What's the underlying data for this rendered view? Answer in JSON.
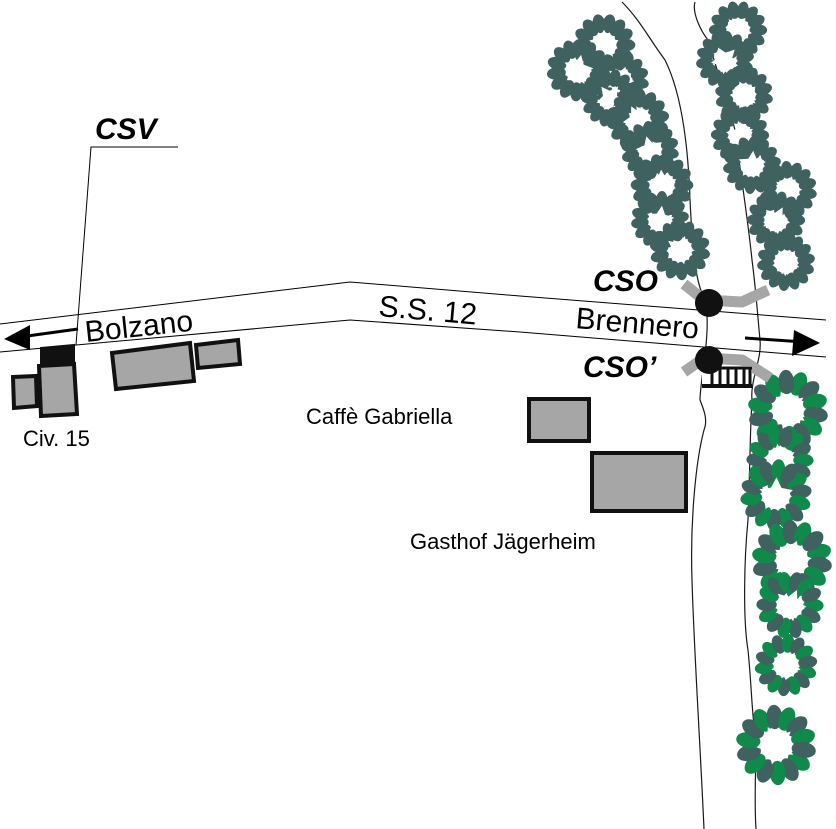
{
  "map": {
    "title": "Site map – S.S. 12 overflow points",
    "road": {
      "name": "S.S. 12",
      "direction_west": "Bolzano",
      "direction_east": "Brennero"
    },
    "sampling_points": [
      {
        "id": "csv",
        "label": "CSV"
      },
      {
        "id": "cso",
        "label": "CSO"
      },
      {
        "id": "cso-prime",
        "label": "CSO’"
      }
    ],
    "buildings": [
      {
        "id": "civ15",
        "label": "Civ. 15"
      },
      {
        "id": "caffe",
        "label": "Caffè Gabriella"
      },
      {
        "id": "gasthof",
        "label": "Gasthof Jägerheim"
      }
    ],
    "colors": {
      "building_fill": "#a6a6a6",
      "building_outline": "#111111",
      "pipe": "#a6a6a6",
      "tree_dark": "#3f6160",
      "tree_light": "#0f8a4a",
      "background": "#ffffff"
    }
  }
}
